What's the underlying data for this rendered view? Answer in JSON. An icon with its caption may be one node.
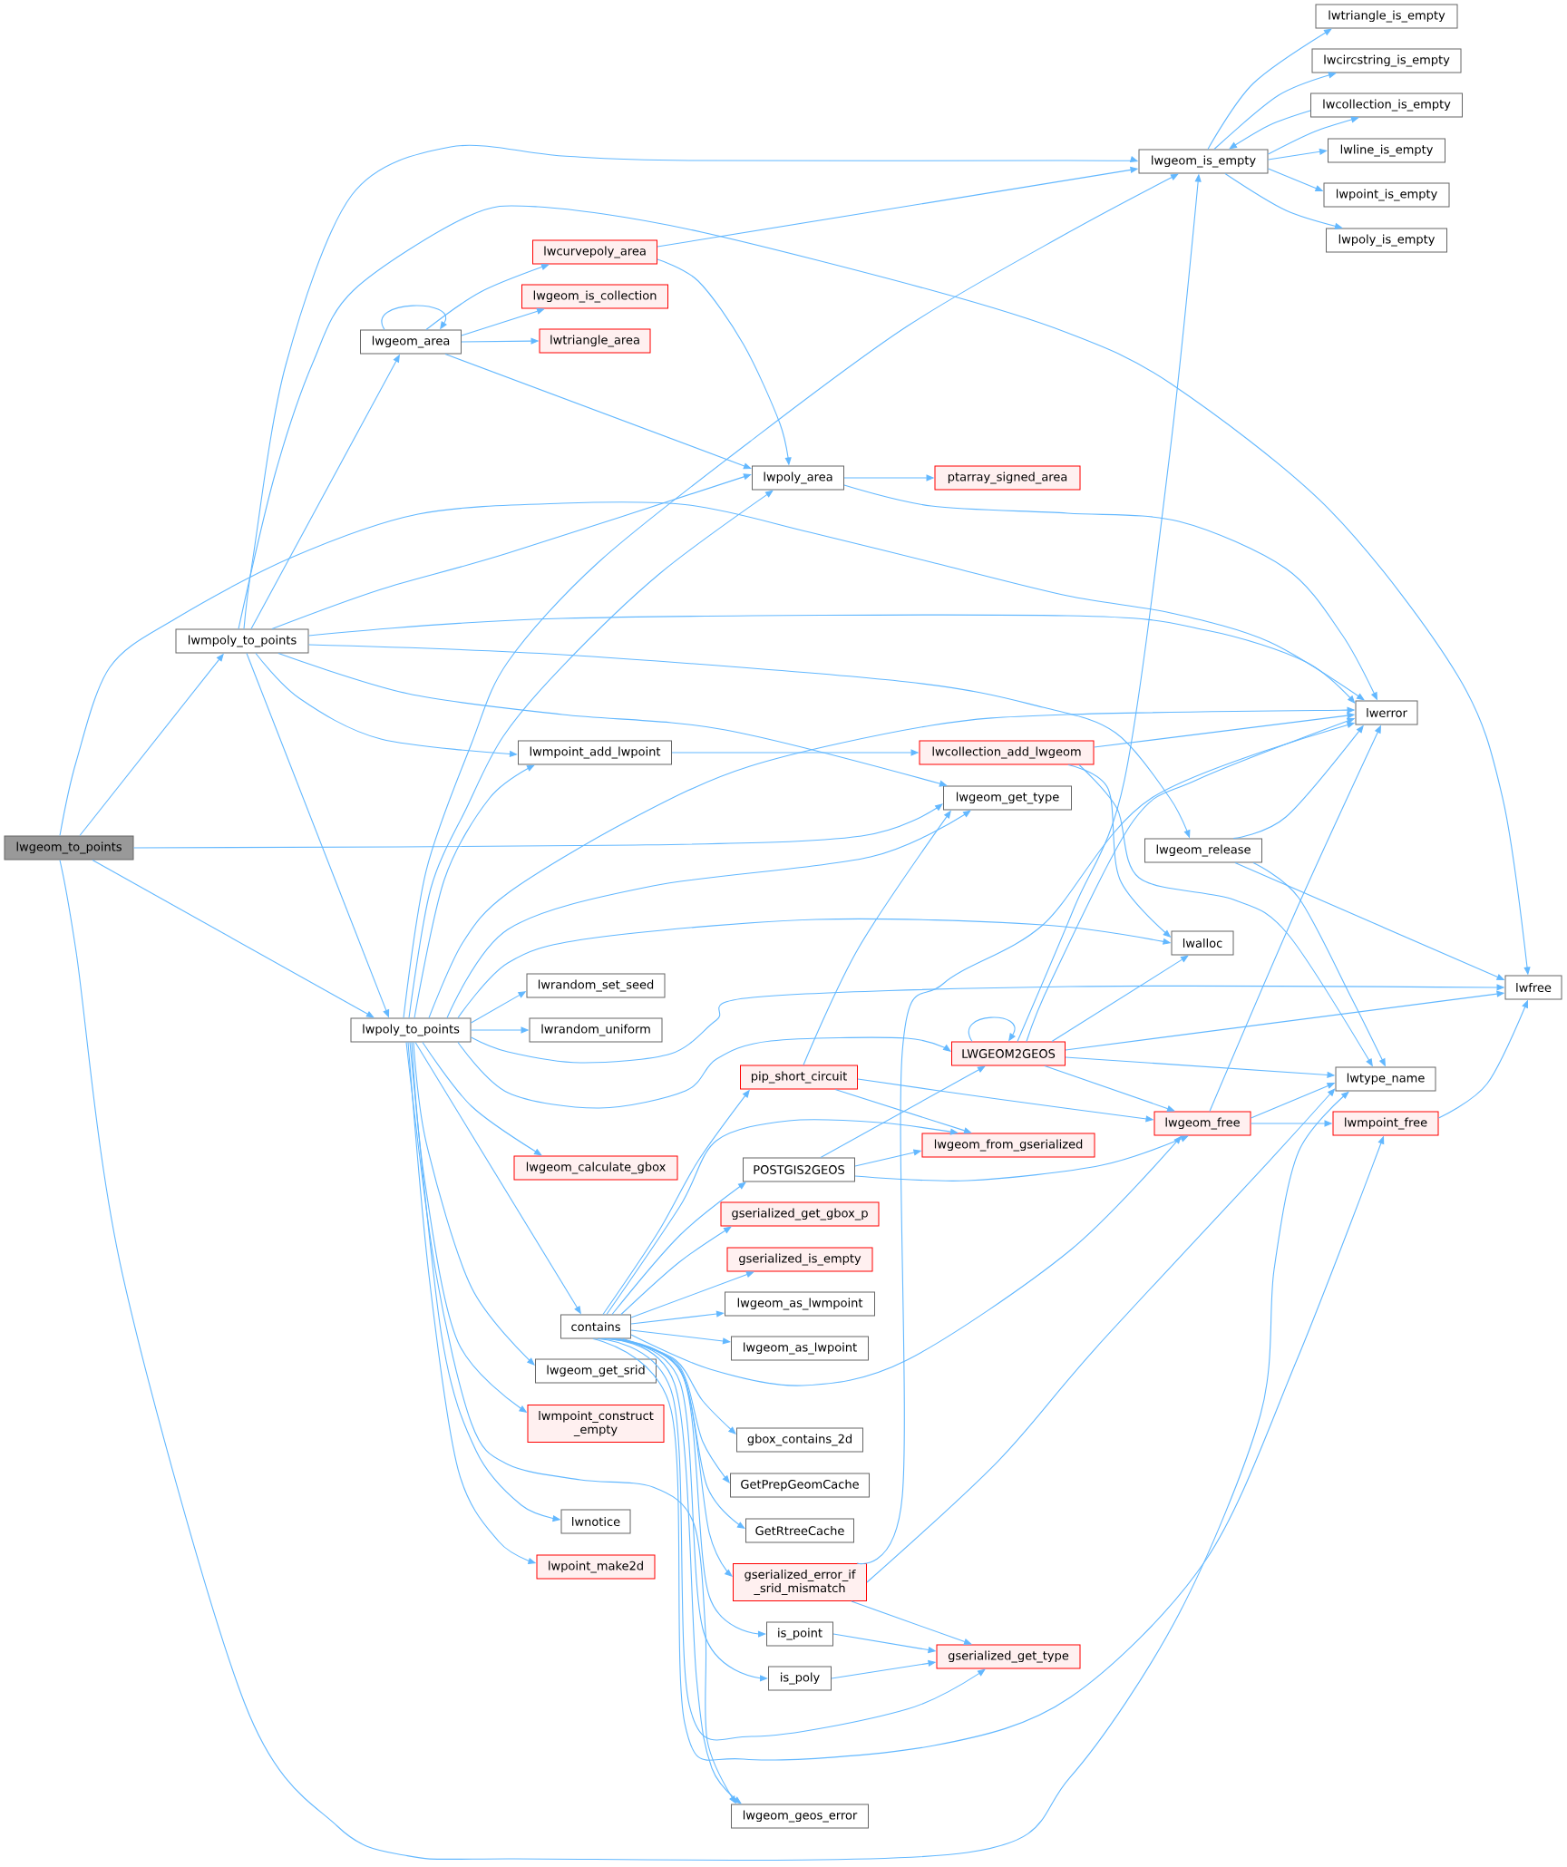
{
  "diagram": {
    "nodes": [
      {
        "text": [
          "lwgeom_to_points"
        ]
      },
      {
        "text": [
          "lwmpoly_to_points"
        ]
      },
      {
        "text": [
          "lwgeom_area"
        ]
      },
      {
        "text": [
          "lwpoly_to_points"
        ]
      },
      {
        "text": [
          "lwcurvepoly_area"
        ]
      },
      {
        "text": [
          "lwgeom_is_collection"
        ]
      },
      {
        "text": [
          "lwtriangle_area"
        ]
      },
      {
        "text": [
          "lwmpoint_add_lwpoint"
        ]
      },
      {
        "text": [
          "lwrandom_set_seed"
        ]
      },
      {
        "text": [
          "lwrandom_uniform"
        ]
      },
      {
        "text": [
          "lwgeom_calculate_gbox"
        ]
      },
      {
        "text": [
          "contains"
        ]
      },
      {
        "text": [
          "lwgeom_get_srid"
        ]
      },
      {
        "text": [
          "lwmpoint_construct _empty"
        ]
      },
      {
        "text": [
          "lwnotice"
        ]
      },
      {
        "text": [
          "lwpoint_make2d"
        ]
      },
      {
        "text": [
          "lwpoly_area"
        ]
      },
      {
        "text": [
          "pip_short_circuit"
        ]
      },
      {
        "text": [
          "POSTGIS2GEOS"
        ]
      },
      {
        "text": [
          "gserialized_get_gbox_p"
        ]
      },
      {
        "text": [
          "gserialized_is_empty"
        ]
      },
      {
        "text": [
          "lwgeom_as_lwmpoint"
        ]
      },
      {
        "text": [
          "lwgeom_as_lwpoint"
        ]
      },
      {
        "text": [
          "gbox_contains_2d"
        ]
      },
      {
        "text": [
          "GetPrepGeomCache"
        ]
      },
      {
        "text": [
          "GetRtreeCache"
        ]
      },
      {
        "text": [
          "gserialized_error_if _srid_mismatch"
        ]
      },
      {
        "text": [
          "is_point"
        ]
      },
      {
        "text": [
          "is_poly"
        ]
      },
      {
        "text": [
          "lwgeom_geos_error"
        ]
      },
      {
        "text": [
          "ptarray_signed_area"
        ]
      },
      {
        "text": [
          "lwcollection_add_lwgeom"
        ]
      },
      {
        "text": [
          "lwgeom_get_type"
        ]
      },
      {
        "text": [
          "LWGEOM2GEOS"
        ]
      },
      {
        "text": [
          "lwgeom_from_gserialized"
        ]
      },
      {
        "text": [
          "gserialized_get_type"
        ]
      },
      {
        "text": [
          "lwgeom_is_empty"
        ]
      },
      {
        "text": [
          "lwgeom_release"
        ]
      },
      {
        "text": [
          "lwalloc"
        ]
      },
      {
        "text": [
          "lwgeom_free"
        ]
      },
      {
        "text": [
          "lwtriangle_is_empty"
        ]
      },
      {
        "text": [
          "lwcircstring_is_empty"
        ]
      },
      {
        "text": [
          "lwcollection_is_empty"
        ]
      },
      {
        "text": [
          "lwline_is_empty"
        ]
      },
      {
        "text": [
          "lwpoint_is_empty"
        ]
      },
      {
        "text": [
          "lwpoly_is_empty"
        ]
      },
      {
        "text": [
          "lwerror"
        ]
      },
      {
        "text": [
          "lwtype_name"
        ]
      },
      {
        "text": [
          "lwmpoint_free"
        ]
      },
      {
        "text": [
          "lwfree"
        ]
      }
    ],
    "edges": [
      {
        "from": 0,
        "to": 1,
        "arrow": "to"
      },
      {
        "from": 0,
        "to": 3,
        "arrow": "to"
      },
      {
        "from": 0,
        "to": 32,
        "arrow": "to"
      },
      {
        "from": 0,
        "to": 46,
        "arrow": "to"
      },
      {
        "from": 0,
        "to": 47,
        "arrow": "to"
      },
      {
        "from": 1,
        "to": 36,
        "arrow": "to"
      },
      {
        "from": 1,
        "to": 49,
        "arrow": "to"
      },
      {
        "from": 1,
        "to": 2,
        "arrow": "to"
      },
      {
        "from": 1,
        "to": 16,
        "arrow": "to"
      },
      {
        "from": 1,
        "to": 46,
        "arrow": "to"
      },
      {
        "from": 1,
        "to": 37,
        "arrow": "to"
      },
      {
        "from": 1,
        "to": 32,
        "arrow": "to"
      },
      {
        "from": 1,
        "to": 7,
        "arrow": "to"
      },
      {
        "from": 1,
        "to": 3,
        "arrow": "to"
      },
      {
        "from": 2,
        "to": 2,
        "arrow": "to"
      },
      {
        "from": 2,
        "to": 4,
        "arrow": "to"
      },
      {
        "from": 2,
        "to": 5,
        "arrow": "to"
      },
      {
        "from": 2,
        "to": 6,
        "arrow": "to"
      },
      {
        "from": 2,
        "to": 16,
        "arrow": "to"
      },
      {
        "from": 4,
        "to": 36,
        "arrow": "to"
      },
      {
        "from": 4,
        "to": 16,
        "arrow": "to"
      },
      {
        "from": 16,
        "to": 30,
        "arrow": "to"
      },
      {
        "from": 16,
        "to": 46,
        "arrow": "to"
      },
      {
        "from": 36,
        "to": 40,
        "arrow": "to"
      },
      {
        "from": 36,
        "to": 41,
        "arrow": "to"
      },
      {
        "from": 42,
        "to": 36,
        "arrow": "to"
      },
      {
        "from": 36,
        "to": 42,
        "arrow": "to"
      },
      {
        "from": 36,
        "to": 43,
        "arrow": "to"
      },
      {
        "from": 36,
        "to": 44,
        "arrow": "to"
      },
      {
        "from": 36,
        "to": 45,
        "arrow": "to"
      },
      {
        "from": 3,
        "to": 36,
        "arrow": "to"
      },
      {
        "from": 3,
        "to": 16,
        "arrow": "to"
      },
      {
        "from": 3,
        "to": 7,
        "arrow": "to"
      },
      {
        "from": 3,
        "to": 46,
        "arrow": "to"
      },
      {
        "from": 3,
        "to": 32,
        "arrow": "to"
      },
      {
        "from": 3,
        "to": 38,
        "arrow": "to"
      },
      {
        "from": 3,
        "to": 8,
        "arrow": "to"
      },
      {
        "from": 3,
        "to": 9,
        "arrow": "to"
      },
      {
        "from": 3,
        "to": 49,
        "arrow": "to"
      },
      {
        "from": 3,
        "to": 33,
        "arrow": "to"
      },
      {
        "from": 3,
        "to": 10,
        "arrow": "to"
      },
      {
        "from": 3,
        "to": 11,
        "arrow": "to"
      },
      {
        "from": 3,
        "to": 12,
        "arrow": "to"
      },
      {
        "from": 3,
        "to": 13,
        "arrow": "to"
      },
      {
        "from": 3,
        "to": 14,
        "arrow": "to"
      },
      {
        "from": 3,
        "to": 15,
        "arrow": "to"
      },
      {
        "from": 3,
        "to": 29,
        "arrow": "to"
      },
      {
        "from": 7,
        "to": 31,
        "arrow": "to"
      },
      {
        "from": 11,
        "to": 17,
        "arrow": "to"
      },
      {
        "from": 11,
        "to": 34,
        "arrow": "to"
      },
      {
        "from": 11,
        "to": 18,
        "arrow": "to"
      },
      {
        "from": 11,
        "to": 19,
        "arrow": "to"
      },
      {
        "from": 11,
        "to": 20,
        "arrow": "to"
      },
      {
        "from": 11,
        "to": 21,
        "arrow": "to"
      },
      {
        "from": 11,
        "to": 22,
        "arrow": "to"
      },
      {
        "from": 11,
        "to": 39,
        "arrow": "to"
      },
      {
        "from": 11,
        "to": 23,
        "arrow": "to"
      },
      {
        "from": 11,
        "to": 24,
        "arrow": "to"
      },
      {
        "from": 11,
        "to": 25,
        "arrow": "to"
      },
      {
        "from": 11,
        "to": 26,
        "arrow": "to"
      },
      {
        "from": 11,
        "to": 27,
        "arrow": "to"
      },
      {
        "from": 11,
        "to": 28,
        "arrow": "to"
      },
      {
        "from": 11,
        "to": 29,
        "arrow": "to"
      },
      {
        "from": 11,
        "to": 35,
        "arrow": "to"
      },
      {
        "from": 11,
        "to": 48,
        "arrow": "to"
      },
      {
        "from": 17,
        "to": 32,
        "arrow": "to"
      },
      {
        "from": 17,
        "to": 39,
        "arrow": "to"
      },
      {
        "from": 17,
        "to": 34,
        "arrow": "to"
      },
      {
        "from": 18,
        "to": 33,
        "arrow": "to"
      },
      {
        "from": 18,
        "to": 34,
        "arrow": "to"
      },
      {
        "from": 18,
        "to": 39,
        "arrow": "to"
      },
      {
        "from": 33,
        "to": 33,
        "arrow": "to"
      },
      {
        "from": 33,
        "to": 36,
        "arrow": "to"
      },
      {
        "from": 33,
        "to": 46,
        "arrow": "to"
      },
      {
        "from": 33,
        "to": 38,
        "arrow": "to"
      },
      {
        "from": 33,
        "to": 49,
        "arrow": "to"
      },
      {
        "from": 33,
        "to": 47,
        "arrow": "to"
      },
      {
        "from": 33,
        "to": 39,
        "arrow": "to"
      },
      {
        "from": 31,
        "to": 46,
        "arrow": "to"
      },
      {
        "from": 31,
        "to": 38,
        "arrow": "to"
      },
      {
        "from": 31,
        "to": 47,
        "arrow": "to"
      },
      {
        "from": 37,
        "to": 46,
        "arrow": "to"
      },
      {
        "from": 37,
        "to": 49,
        "arrow": "to"
      },
      {
        "from": 37,
        "to": 47,
        "arrow": "to"
      },
      {
        "from": 39,
        "to": 46,
        "arrow": "to"
      },
      {
        "from": 39,
        "to": 47,
        "arrow": "to"
      },
      {
        "from": 39,
        "to": 48,
        "arrow": "to"
      },
      {
        "from": 48,
        "to": 49,
        "arrow": "to"
      },
      {
        "from": 26,
        "to": 46,
        "arrow": "to"
      },
      {
        "from": 26,
        "to": 47,
        "arrow": "to"
      },
      {
        "from": 26,
        "to": 35,
        "arrow": "to"
      },
      {
        "from": 27,
        "to": 35,
        "arrow": "to"
      },
      {
        "from": 28,
        "to": 35,
        "arrow": "to"
      }
    ]
  }
}
